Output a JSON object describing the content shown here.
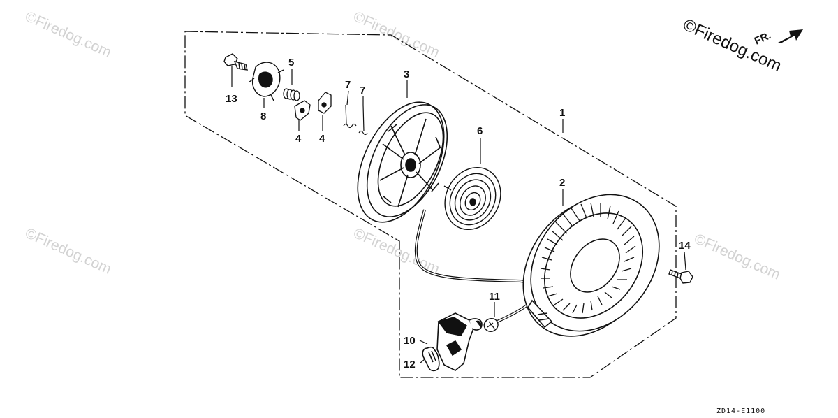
{
  "watermark": {
    "text": "©Firedog.com",
    "brand_text": "©Firedog.com"
  },
  "direction": {
    "label": "FR."
  },
  "diagram_code": "ZD14-E1100",
  "callouts": [
    "1",
    "2",
    "3",
    "4",
    "4",
    "5",
    "6",
    "7",
    "7",
    "8",
    "10",
    "11",
    "12",
    "13",
    "14"
  ],
  "colors": {
    "line": "#111111",
    "watermark": "#d2d2d2",
    "background": "#ffffff"
  }
}
